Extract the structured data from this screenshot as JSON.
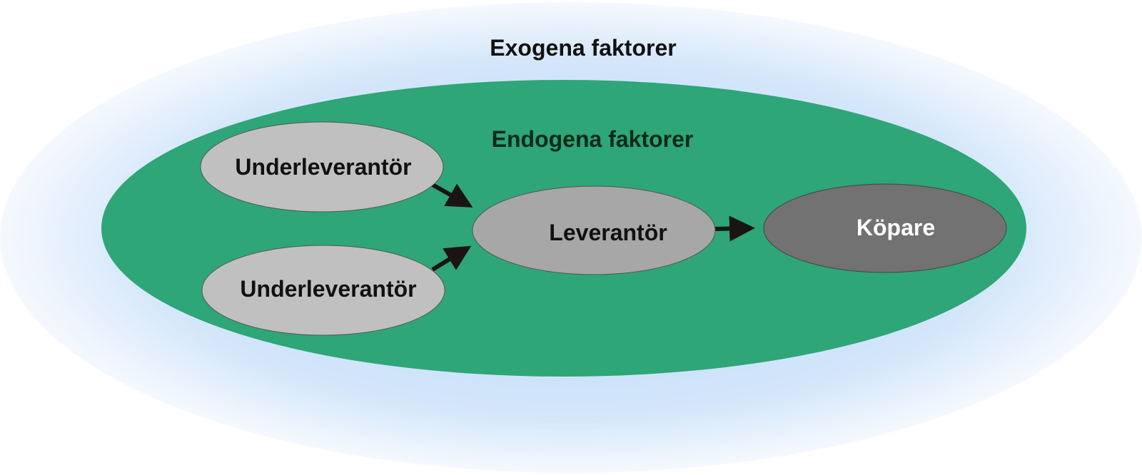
{
  "outer": {
    "label": "Exogena faktorer"
  },
  "inner": {
    "label": "Endogena faktorer"
  },
  "nodes": {
    "sub1": "Underleverantör",
    "sub2": "Underleverantör",
    "supplier": "Leverantör",
    "buyer": "Köpare"
  },
  "colors": {
    "outer": "#c2dcf7",
    "inner": "#2ea677",
    "node": "#c0c0c0",
    "supplier": "#a7a7a7",
    "buyer": "#727272",
    "arrow": "#1a1414"
  }
}
